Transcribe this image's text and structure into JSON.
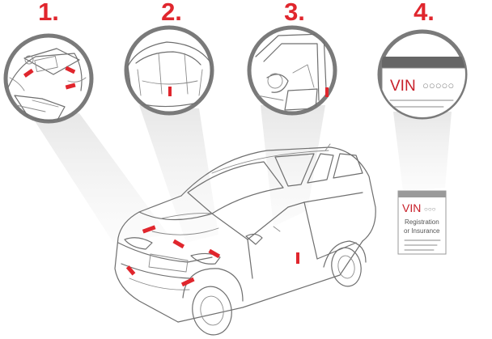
{
  "steps": [
    {
      "number": "1."
    },
    {
      "number": "2."
    },
    {
      "number": "3."
    },
    {
      "number": "4."
    }
  ],
  "vin_card": {
    "label": "VIN",
    "digits": "○○○○○"
  },
  "document": {
    "label": "VIN",
    "digits": "○○○",
    "line1": "Registration",
    "line2": "or Insurance"
  },
  "colors": {
    "accent": "#e0262d",
    "outline": "#6f6f6f",
    "ring": "#7a7a7a",
    "beam": "#ededed"
  }
}
